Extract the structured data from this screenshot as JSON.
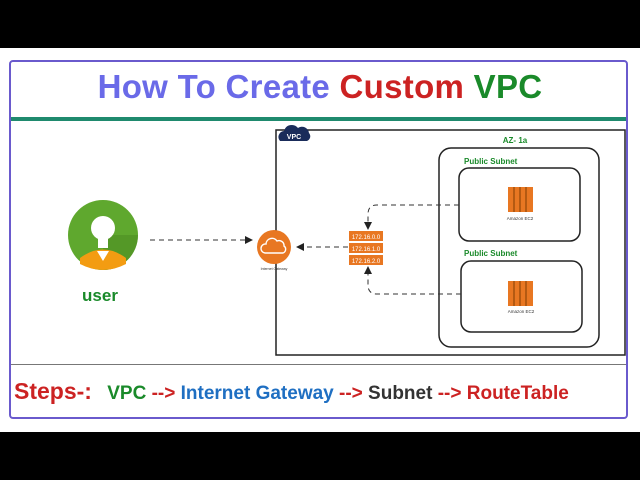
{
  "title": {
    "part1": "How To Create ",
    "part2": "Custom",
    "part3": " VPC",
    "colors": [
      "#6a6ae8",
      "#cc2222",
      "#1a8a2a"
    ]
  },
  "diagram": {
    "user_label": "user",
    "vpc_badge": "VPC",
    "az_label": "AZ- 1a",
    "subnets": [
      "Public Subnet",
      "Public Subnet"
    ],
    "ec2_label": "Amazon EC2",
    "internet_gateway_label": "Internet Gateway",
    "route_table_entries": [
      "172.16.0.0",
      "172.16.1.0",
      "172.16.2.0"
    ]
  },
  "steps": {
    "lead": "Steps-:",
    "items": [
      {
        "text": "VPC",
        "color": "#1a8a2a"
      },
      {
        "text": "-->",
        "color": "#cc2222"
      },
      {
        "text": "Internet Gateway",
        "color": "#1f6fc2"
      },
      {
        "text": "-->",
        "color": "#cc2222"
      },
      {
        "text": "Subnet",
        "color": "#333333"
      },
      {
        "text": "-->",
        "color": "#cc2222"
      },
      {
        "text": "RouteTable",
        "color": "#cc2222"
      }
    ]
  }
}
